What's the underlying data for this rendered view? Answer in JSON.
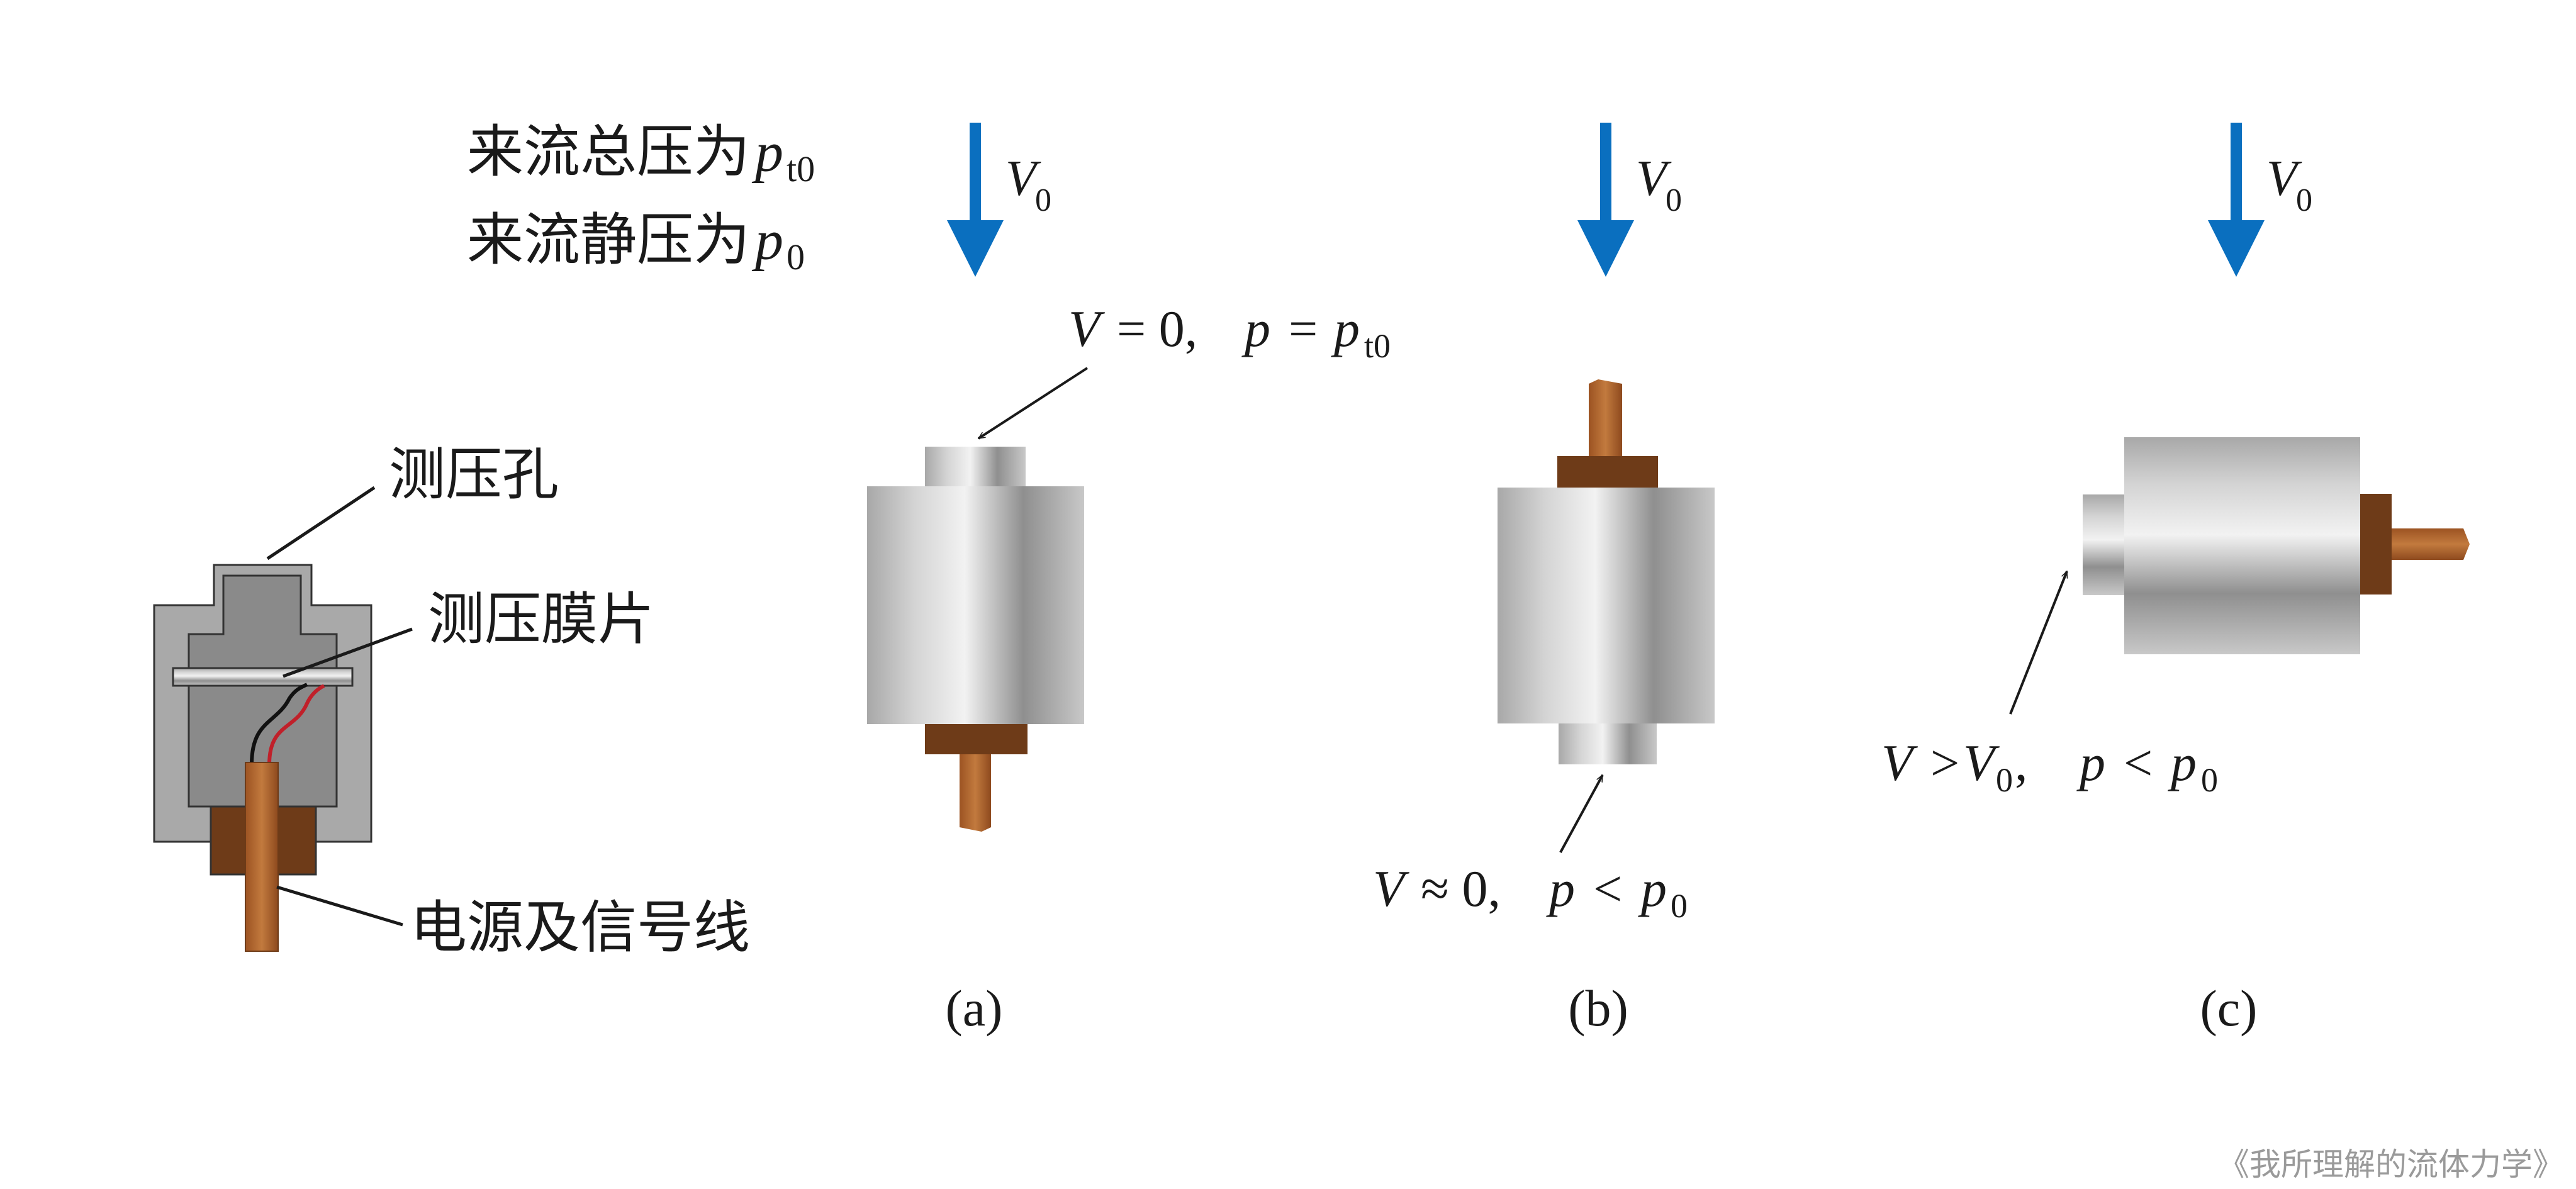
{
  "inflow": {
    "total_pressure_label": "来流总压为",
    "total_pressure_symbol": "p",
    "total_pressure_sub": "t0",
    "static_pressure_label": "来流静压为",
    "static_pressure_symbol": "p",
    "static_pressure_sub": "0"
  },
  "sensor": {
    "hole_label": "测压孔",
    "membrane_label": "测压膜片",
    "wire_label": "电源及信号线"
  },
  "velocity": {
    "symbol": "V",
    "sub": "0"
  },
  "panel_a": {
    "caption": "(a)",
    "cond_v": "V",
    "cond_v_rel": "= 0,",
    "cond_p": "p",
    "cond_p_rel": "=",
    "cond_p2": "p",
    "cond_p2_sub": "t0"
  },
  "panel_b": {
    "caption": "(b)",
    "cond_v": "V",
    "cond_v_rel": "≈ 0,",
    "cond_p": "p",
    "cond_p_rel": "<",
    "cond_p2": "p",
    "cond_p2_sub": "0"
  },
  "panel_c": {
    "caption": "(c)",
    "cond_v": "V",
    "cond_v_rel": ">",
    "cond_v2": "V",
    "cond_v2_sub": "0",
    "cond_sep": ",",
    "cond_p": "p",
    "cond_p_rel": "<",
    "cond_p2": "p",
    "cond_p2_sub": "0"
  },
  "watermark": "《我所理解的流体力学》",
  "colors": {
    "arrow_blue": "#0a6fbf",
    "copper": "#b3642a",
    "copper_dark": "#6e3b18",
    "housing_gray": "#a9a9a9",
    "inner_gray": "#8a8a8a"
  }
}
